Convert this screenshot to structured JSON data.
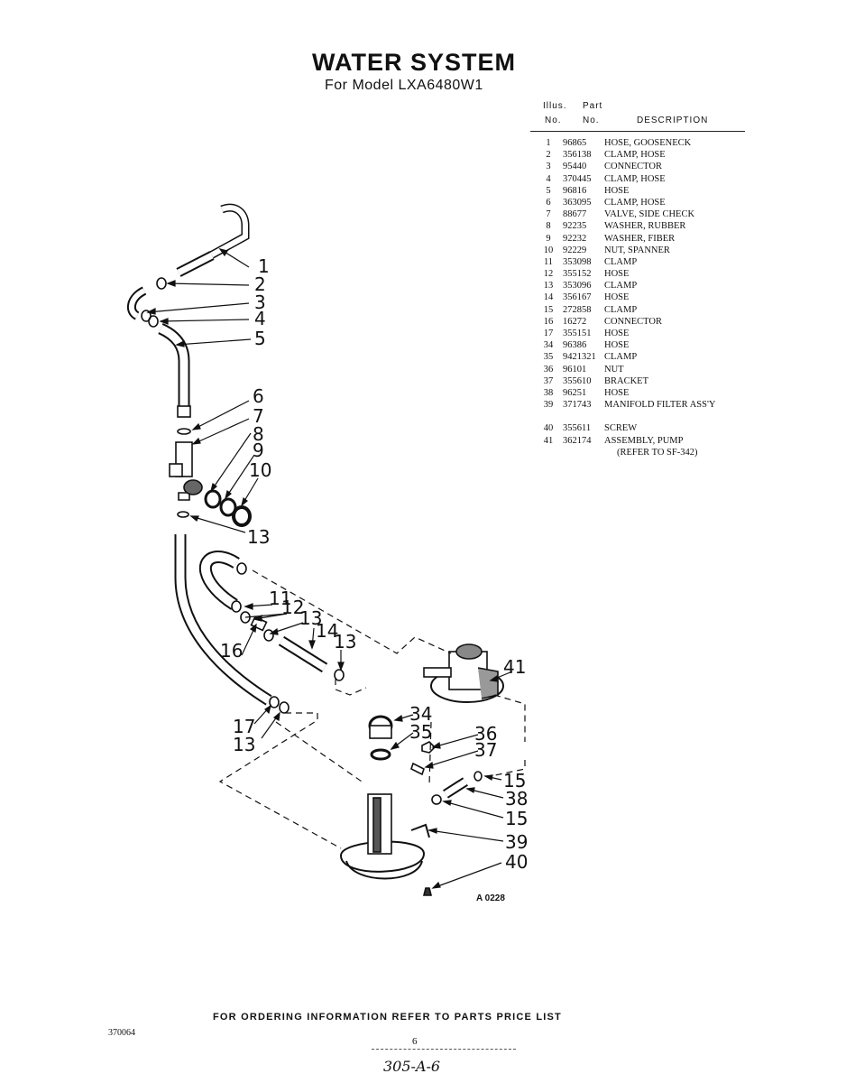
{
  "title": "WATER SYSTEM",
  "subtitle": "For Model LXA6480W1",
  "table": {
    "header_illus": "Illus.",
    "header_part": "Part",
    "header_no1": "No.",
    "header_no2": "No.",
    "header_desc": "DESCRIPTION",
    "rows": [
      {
        "no": "1",
        "part": "96865",
        "desc": "HOSE, GOOSENECK"
      },
      {
        "no": "2",
        "part": "356138",
        "desc": "CLAMP, HOSE"
      },
      {
        "no": "3",
        "part": "95440",
        "desc": "CONNECTOR"
      },
      {
        "no": "4",
        "part": "370445",
        "desc": "CLAMP, HOSE"
      },
      {
        "no": "5",
        "part": "96816",
        "desc": "HOSE"
      },
      {
        "no": "6",
        "part": "363095",
        "desc": "CLAMP, HOSE"
      },
      {
        "no": "7",
        "part": "88677",
        "desc": "VALVE, SIDE CHECK"
      },
      {
        "no": "8",
        "part": "92235",
        "desc": "WASHER, RUBBER"
      },
      {
        "no": "9",
        "part": "92232",
        "desc": "WASHER, FIBER"
      },
      {
        "no": "10",
        "part": "92229",
        "desc": "NUT, SPANNER"
      },
      {
        "no": "11",
        "part": "353098",
        "desc": "CLAMP"
      },
      {
        "no": "12",
        "part": "355152",
        "desc": "HOSE"
      },
      {
        "no": "13",
        "part": "353096",
        "desc": "CLAMP"
      },
      {
        "no": "14",
        "part": "356167",
        "desc": "HOSE"
      },
      {
        "no": "15",
        "part": "272858",
        "desc": "CLAMP"
      },
      {
        "no": "16",
        "part": "16272",
        "desc": "CONNECTOR"
      },
      {
        "no": "17",
        "part": "355151",
        "desc": "HOSE"
      },
      {
        "no": "34",
        "part": "96386",
        "desc": "HOSE"
      },
      {
        "no": "35",
        "part": "9421321",
        "desc": "CLAMP"
      },
      {
        "no": "36",
        "part": "96101",
        "desc": "NUT"
      },
      {
        "no": "37",
        "part": "355610",
        "desc": "BRACKET"
      },
      {
        "no": "38",
        "part": "96251",
        "desc": "HOSE"
      },
      {
        "no": "39",
        "part": "371743",
        "desc": "MANIFOLD FILTER ASS'Y"
      },
      {
        "no": "40",
        "part": "355611",
        "desc": "SCREW"
      },
      {
        "no": "41",
        "part": "362174",
        "desc": "ASSEMBLY, PUMP"
      }
    ],
    "row41_note": "(REFER TO SF-342)"
  },
  "callouts": {
    "c1": "1",
    "c2": "2",
    "c3": "3",
    "c4": "4",
    "c5": "5",
    "c6": "6",
    "c7": "7",
    "c8": "8",
    "c9": "9",
    "c10": "10",
    "c13a": "13",
    "c11": "11",
    "c12": "12",
    "c13b": "13",
    "c14": "14",
    "c13c": "13",
    "c16": "16",
    "c41": "41",
    "c17": "17",
    "c13d": "13",
    "c34": "34",
    "c35": "35",
    "c36": "36",
    "c37": "37",
    "c15a": "15",
    "c38": "38",
    "c15b": "15",
    "c39": "39",
    "c40": "40"
  },
  "art_code": "A 0228",
  "footer": "FOR ORDERING INFORMATION REFER TO PARTS PRICE LIST",
  "doc_number": "370064",
  "page_number": "6",
  "handwritten": "305-A-6"
}
